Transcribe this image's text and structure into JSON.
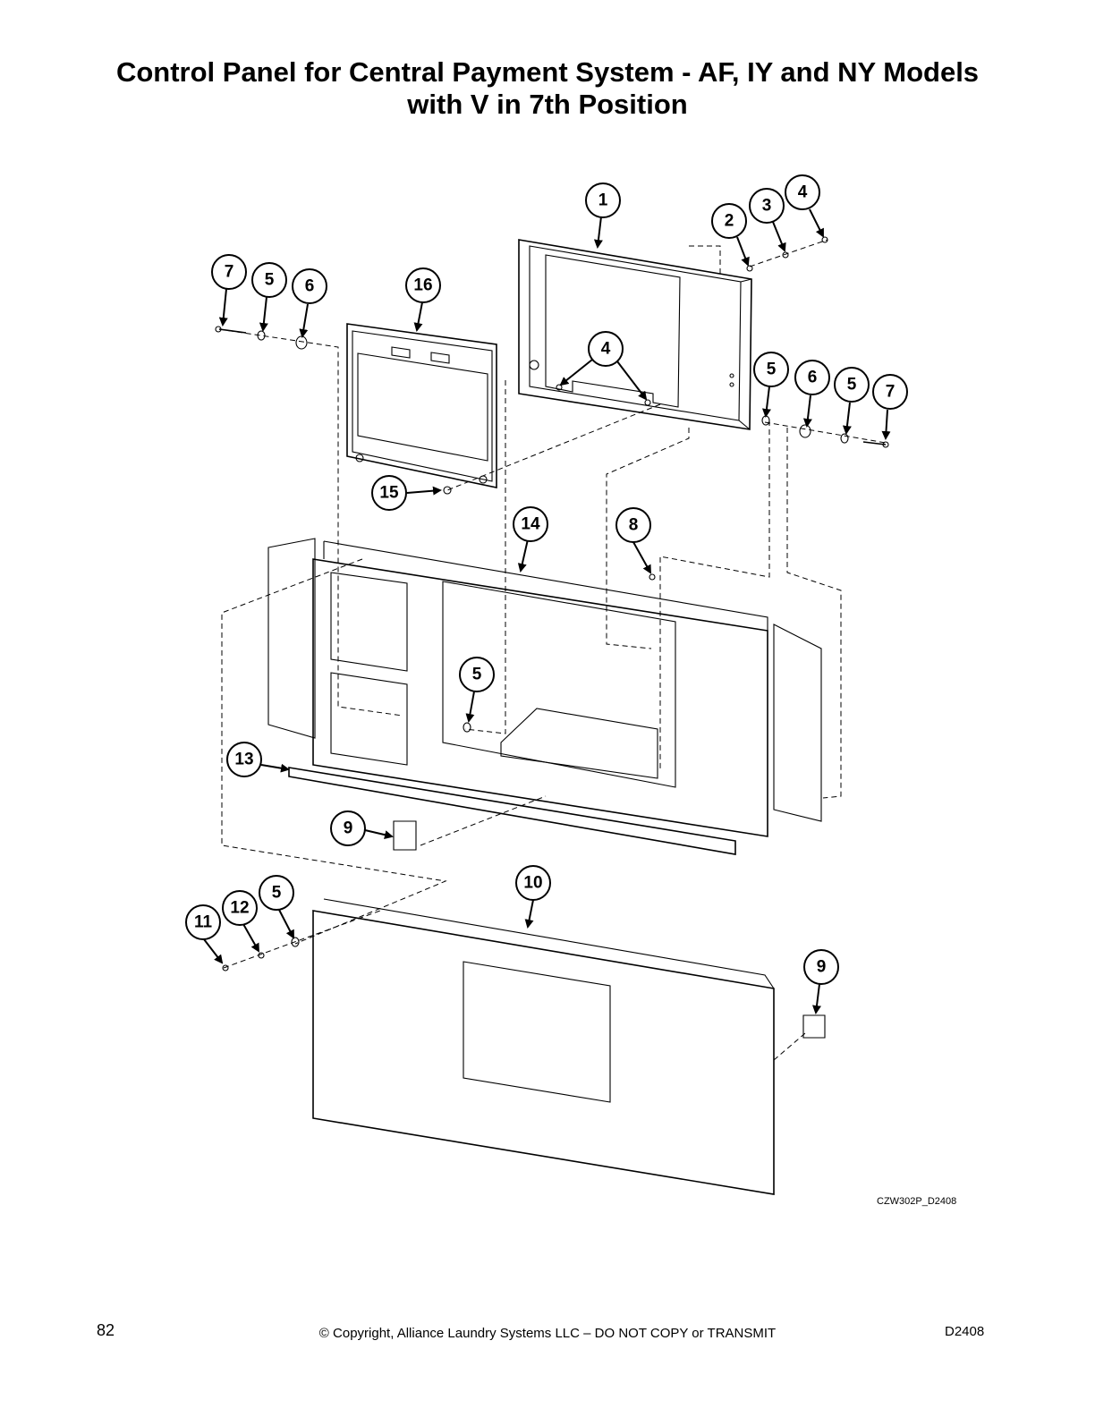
{
  "title": {
    "line1": "Control Panel for Central Payment System - AF, IY and NY Models",
    "line2": "with V in 7th Position"
  },
  "callouts": [
    {
      "id": "c1",
      "label": "1"
    },
    {
      "id": "c2",
      "label": "2"
    },
    {
      "id": "c3",
      "label": "3"
    },
    {
      "id": "c4a",
      "label": "4"
    },
    {
      "id": "c4b",
      "label": "4"
    },
    {
      "id": "c5a",
      "label": "5"
    },
    {
      "id": "c5b",
      "label": "5"
    },
    {
      "id": "c5c",
      "label": "5"
    },
    {
      "id": "c5d",
      "label": "5"
    },
    {
      "id": "c5e",
      "label": "5"
    },
    {
      "id": "c6a",
      "label": "6"
    },
    {
      "id": "c6b",
      "label": "6"
    },
    {
      "id": "c7a",
      "label": "7"
    },
    {
      "id": "c7b",
      "label": "7"
    },
    {
      "id": "c8",
      "label": "8"
    },
    {
      "id": "c9a",
      "label": "9"
    },
    {
      "id": "c9b",
      "label": "9"
    },
    {
      "id": "c10",
      "label": "10"
    },
    {
      "id": "c11",
      "label": "11"
    },
    {
      "id": "c12",
      "label": "12"
    },
    {
      "id": "c13",
      "label": "13"
    },
    {
      "id": "c14",
      "label": "14"
    },
    {
      "id": "c15",
      "label": "15"
    },
    {
      "id": "c16",
      "label": "16"
    }
  ],
  "drawing_code": "CZW302P_D2408",
  "footer": {
    "page_number": "82",
    "copyright": "© Copyright, Alliance Laundry Systems LLC – DO NOT COPY or TRANSMIT",
    "document_id": "D2408"
  }
}
